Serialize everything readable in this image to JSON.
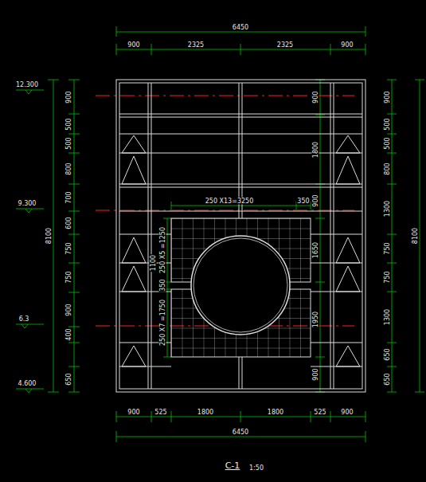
{
  "diagram": {
    "caption": "C-1",
    "labels": [
      "6450",
      "900",
      "2325",
      "2325",
      "900",
      "12.300",
      "9.300",
      "6.3",
      "4.600",
      "8100",
      "900",
      "500",
      "500",
      "800",
      "700",
      "600",
      "750",
      "750",
      "900",
      "400",
      "650",
      "900",
      "1800",
      "900",
      "1650",
      "1950",
      "900",
      "900",
      "500",
      "500",
      "800",
      "1300",
      "750",
      "750",
      "1300",
      "650",
      "650",
      "8100",
      "250 X13=3250",
      "350",
      "250 X5 =1250",
      "350",
      "250 X7 =1750",
      "1100",
      "900",
      "525",
      "1800",
      "1800",
      "525",
      "900",
      "6450",
      "1:50"
    ]
  }
}
